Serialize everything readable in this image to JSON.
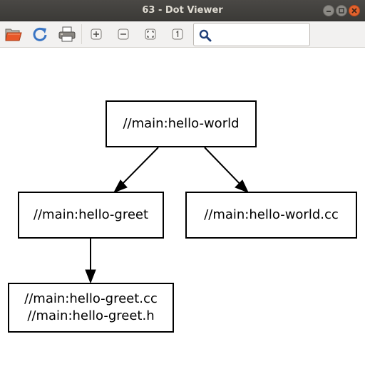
{
  "window": {
    "title": "63 - Dot Viewer",
    "controls": {
      "minimize": "minimize-icon",
      "maximize": "maximize-icon",
      "close": "close-icon"
    }
  },
  "toolbar": {
    "buttons": [
      {
        "name": "open-button",
        "icon": "folder-open-icon"
      },
      {
        "name": "reload-button",
        "icon": "reload-icon"
      },
      {
        "name": "print-button",
        "icon": "printer-icon"
      },
      {
        "name": "zoom-in-button",
        "icon": "zoom-in-icon"
      },
      {
        "name": "zoom-out-button",
        "icon": "zoom-out-icon"
      },
      {
        "name": "zoom-fit-button",
        "icon": "zoom-fit-icon"
      },
      {
        "name": "zoom-100-button",
        "icon": "zoom-100-icon"
      }
    ],
    "search": {
      "icon": "search-icon",
      "value": "",
      "placeholder": ""
    }
  },
  "graph": {
    "nodes": [
      {
        "id": "hello-world",
        "lines": [
          "//main:hello-world"
        ]
      },
      {
        "id": "hello-greet",
        "lines": [
          "//main:hello-greet"
        ]
      },
      {
        "id": "hello-world-cc",
        "lines": [
          "//main:hello-world.cc"
        ]
      },
      {
        "id": "hello-greet-src",
        "lines": [
          "//main:hello-greet.cc",
          "//main:hello-greet.h"
        ]
      }
    ],
    "edges": [
      {
        "from": "hello-world",
        "to": "hello-greet"
      },
      {
        "from": "hello-world",
        "to": "hello-world-cc"
      },
      {
        "from": "hello-greet",
        "to": "hello-greet-src"
      }
    ]
  }
}
